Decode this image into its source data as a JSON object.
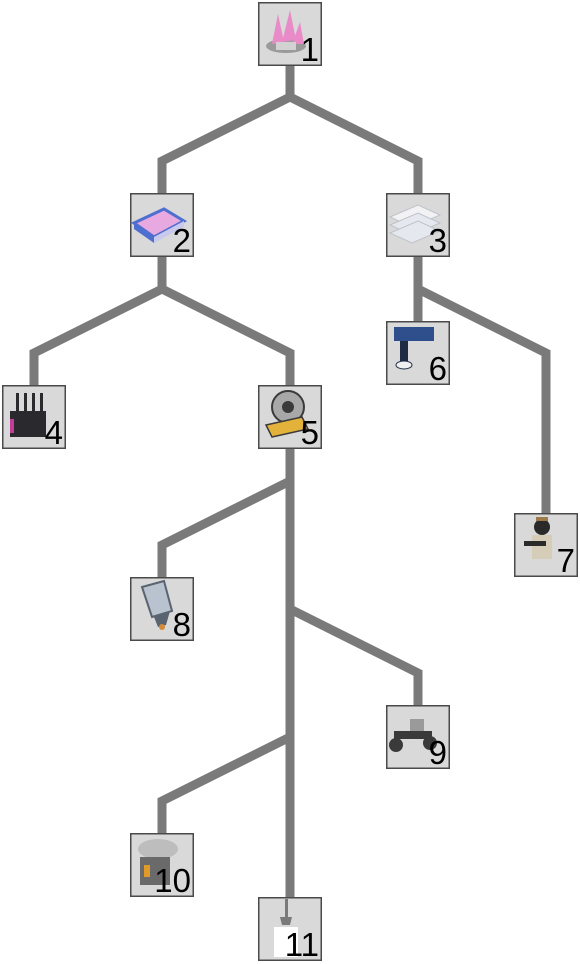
{
  "nodes": [
    {
      "id": "1",
      "label": "1",
      "icon": "pink-crystal-cluster-icon",
      "colors": [
        "#e98bc8",
        "#d2d2d2",
        "#9a9a9a"
      ]
    },
    {
      "id": "2",
      "label": "2",
      "icon": "pink-crystal-tray-icon",
      "colors": [
        "#e8a9e0",
        "#4f6fd0",
        "#c9c9ee"
      ]
    },
    {
      "id": "3",
      "label": "3",
      "icon": "white-stacked-crates-icon",
      "colors": [
        "#f2f2f5",
        "#bfc2c8",
        "#e5e8ee"
      ]
    },
    {
      "id": "4",
      "label": "4",
      "icon": "router-antenna-box-icon",
      "colors": [
        "#2a2a2e",
        "#c43c9a",
        "#777777"
      ]
    },
    {
      "id": "5",
      "label": "5",
      "icon": "gold-turbine-module-icon",
      "colors": [
        "#e2b23a",
        "#3a3a3a",
        "#a8a8a8"
      ]
    },
    {
      "id": "6",
      "label": "6",
      "icon": "blue-mech-drill-icon",
      "colors": [
        "#2f4f8c",
        "#1f2a44",
        "#f0f0f0"
      ]
    },
    {
      "id": "7",
      "label": "7",
      "icon": "soldier-figure-icon",
      "colors": [
        "#2a2a2a",
        "#d6cdb8",
        "#9c7a4a"
      ]
    },
    {
      "id": "8",
      "label": "8",
      "icon": "steel-thruster-icon",
      "colors": [
        "#b9c3cf",
        "#5a6470",
        "#d58a3a"
      ]
    },
    {
      "id": "9",
      "label": "9",
      "icon": "rover-buggy-icon",
      "colors": [
        "#3a3a3a",
        "#9a9a9a",
        "#c8c8c8"
      ]
    },
    {
      "id": "10",
      "label": "10",
      "icon": "smoking-generator-icon",
      "colors": [
        "#6a6a6a",
        "#e09a2a",
        "#bdbdbd"
      ]
    },
    {
      "id": "11",
      "label": "11",
      "icon": "antenna-tower-icon",
      "colors": [
        "#7a7a7a",
        "#cfcfcf",
        "#ffffff"
      ]
    }
  ],
  "edges": [
    {
      "from": "1",
      "to": "2"
    },
    {
      "from": "1",
      "to": "3"
    },
    {
      "from": "2",
      "to": "4"
    },
    {
      "from": "2",
      "to": "5"
    },
    {
      "from": "3",
      "to": "6"
    },
    {
      "from": "3",
      "to": "7"
    },
    {
      "from": "5",
      "to": "8"
    },
    {
      "from": "5",
      "to": "9"
    },
    {
      "from": "5",
      "to": "10"
    },
    {
      "from": "5",
      "to": "11"
    }
  ],
  "colors": {
    "edge": "#7a7a7a",
    "box_fill": "#d9d9d9",
    "box_border": "#4a4a4a",
    "label": "#000000",
    "background": "#ffffff"
  }
}
